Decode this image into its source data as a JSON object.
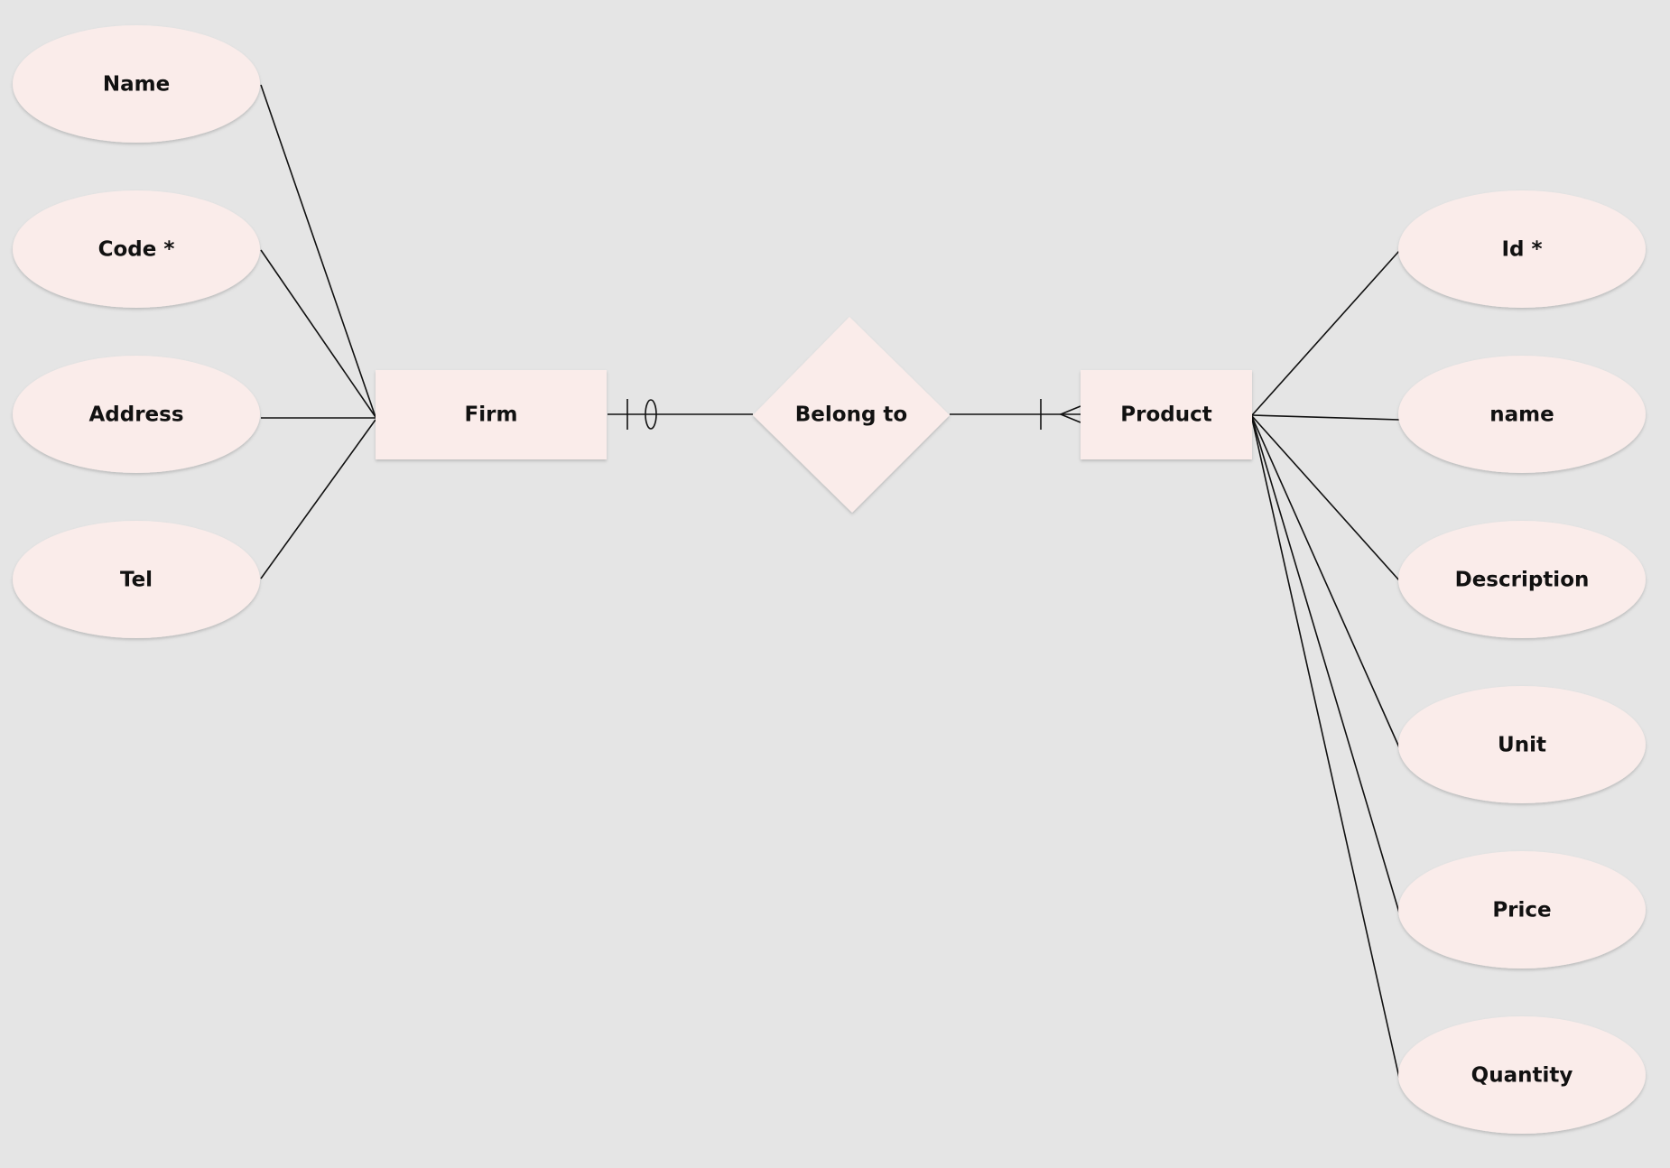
{
  "colors": {
    "background": "#e5e5e5",
    "shape_fill": "#faecea",
    "line": "#111111"
  },
  "entities": {
    "firm": "Firm",
    "product": "Product"
  },
  "relationship": {
    "belong_to": "Belong to"
  },
  "firm_attributes": [
    {
      "label": "Name"
    },
    {
      "label": "Code *"
    },
    {
      "label": "Address"
    },
    {
      "label": "Tel"
    }
  ],
  "product_attributes": [
    {
      "label": "Id *"
    },
    {
      "label": "name"
    },
    {
      "label": "Description"
    },
    {
      "label": "Unit"
    },
    {
      "label": "Price"
    },
    {
      "label": "Quantity"
    }
  ],
  "cardinality": {
    "firm_side": "zero-or-one",
    "product_side": "one-or-many"
  }
}
